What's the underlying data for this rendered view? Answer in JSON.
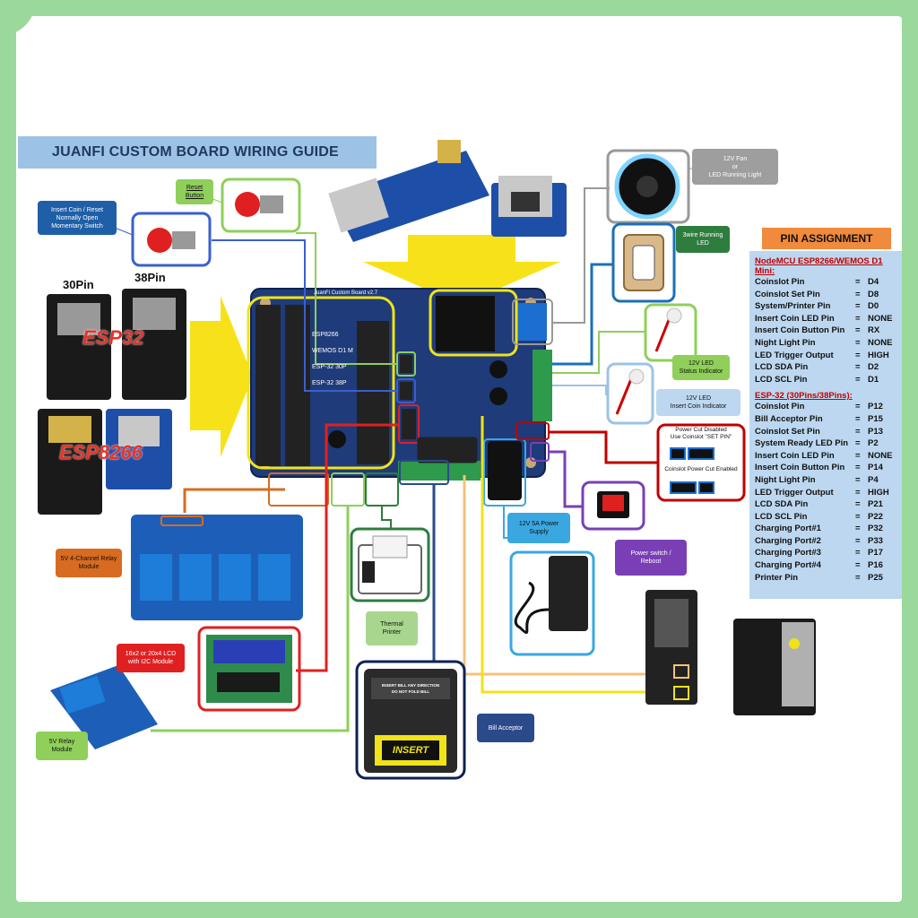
{
  "title": "JUANFI CUSTOM BOARD WIRING GUIDE",
  "board": {
    "name": "JuanFi Custom Board v2.7",
    "slot_labels": [
      "ESP8266",
      "WEMOS D1 M",
      "ESP-32 30P",
      "ESP-32 38P"
    ]
  },
  "modules": {
    "esp_30pin": "30Pin",
    "esp_38pin": "38Pin",
    "esp32": "ESP32",
    "esp8266": "ESP8266",
    "insert_coin": "Insert Coin / Reset\nNormally Open\nMomentary Switch",
    "reset_button": "Reset\nButton",
    "fan": "12V Fan\nor\nLED Running Light",
    "running_led": "3wire Running\nLED",
    "status_led": "12V LED\nStatus Indicator",
    "coin_led": "12V LED\nInsert Coin Indicator",
    "power_cut_disabled": "Power Cut Disabled\nUse Coinslot \"SET PIN\"",
    "power_cut_enabled": "Coinslot Power Cut Enabled",
    "power_switch": "Power switch /\nReboot",
    "power_supply": "12V 5A Power\nSupply",
    "relay4": "5V 4-Channel Relay\nModule",
    "lcd": "16x2 or 20x4 LCD\nwith I2C Module",
    "relay1": "5V Relay\nModule",
    "thermal_printer": "Thermal\nPrinter",
    "bill_acceptor": "Bill Acceptor",
    "bill_sticker_1": "INSERT BILL ANY DIRECTION",
    "bill_sticker_2": "DO NOT FOLD BILL",
    "bill_insert": "INSERT"
  },
  "pin_assignment": {
    "header": "PIN ASSIGNMENT",
    "section1_title": "NodeMCU ESP8266/WEMOS D1 Mini:",
    "section1": [
      {
        "name": "Coinslot Pin",
        "eq": "=",
        "value": "D4"
      },
      {
        "name": "Coinslot Set Pin",
        "eq": "=",
        "value": "D8"
      },
      {
        "name": "System/Printer Pin",
        "eq": "=",
        "value": "D0"
      },
      {
        "name": "Insert Coin LED Pin",
        "eq": "=",
        "value": "NONE"
      },
      {
        "name": "Insert Coin Button Pin",
        "eq": "=",
        "value": "RX"
      },
      {
        "name": "Night Light Pin",
        "eq": "=",
        "value": "NONE"
      },
      {
        "name": "LED Trigger Output",
        "eq": "=",
        "value": "HIGH"
      },
      {
        "name": "LCD SDA Pin",
        "eq": "=",
        "value": "D2"
      },
      {
        "name": "LCD SCL Pin",
        "eq": "=",
        "value": "D1"
      }
    ],
    "section2_title": "ESP-32 (30Pins/38Pins):",
    "section2": [
      {
        "name": "Coinslot Pin",
        "eq": "=",
        "value": "P12"
      },
      {
        "name": "Bill Acceptor Pin",
        "eq": "=",
        "value": "P15"
      },
      {
        "name": "Coinslot Set Pin",
        "eq": "=",
        "value": "P13"
      },
      {
        "name": "System Ready LED Pin",
        "eq": "=",
        "value": "P2"
      },
      {
        "name": "Insert Coin LED Pin",
        "eq": "=",
        "value": "NONE"
      },
      {
        "name": "Insert Coin Button Pin",
        "eq": "=",
        "value": "P14"
      },
      {
        "name": "Night Light Pin",
        "eq": "=",
        "value": "P4"
      },
      {
        "name": "LED Trigger Output",
        "eq": "=",
        "value": "HIGH"
      },
      {
        "name": "LCD SDA Pin",
        "eq": "=",
        "value": "P21"
      },
      {
        "name": "LCD SCL Pin",
        "eq": "=",
        "value": "P22"
      },
      {
        "name": "Charging Port#1",
        "eq": "=",
        "value": "P32"
      },
      {
        "name": "Charging Port#2",
        "eq": "=",
        "value": "P33"
      },
      {
        "name": "Charging Port#3",
        "eq": "=",
        "value": "P17"
      },
      {
        "name": "Charging Port#4",
        "eq": "=",
        "value": "P16"
      },
      {
        "name": "Printer Pin",
        "eq": "=",
        "value": "P25"
      }
    ]
  },
  "colors": {
    "frame": "#9bd89b",
    "title_bar": "#9cc3e6",
    "board": "#1f3b7a",
    "arrow": "#f7e21a",
    "pin_header": "#f08a3c",
    "pin_panel": "#bcd7ef"
  }
}
